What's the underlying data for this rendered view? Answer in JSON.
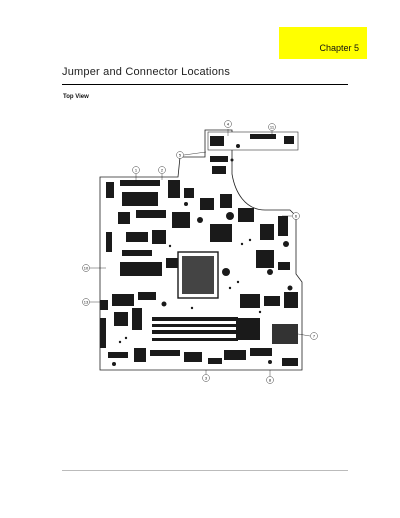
{
  "header": {
    "chapter": "Chapter 5"
  },
  "title": "Jumper and Connector Locations",
  "section": "Top View",
  "callouts": [
    {
      "label": "4"
    },
    {
      "label": "11"
    },
    {
      "label": "5"
    },
    {
      "label": "1"
    },
    {
      "label": "2"
    },
    {
      "label": "6"
    },
    {
      "label": "10"
    },
    {
      "label": "13"
    },
    {
      "label": "7"
    },
    {
      "label": "3"
    },
    {
      "label": "8"
    }
  ],
  "legend": {
    "rows": [
      {
        "left_name": "",
        "left_num": "",
        "right_name": "",
        "right_num": ""
      },
      {
        "left_name": "",
        "left_num": "",
        "right_name": "",
        "right_num": ""
      },
      {
        "left_name": "",
        "left_num": "",
        "right_name": "",
        "right_num": ""
      },
      {
        "left_name": "",
        "left_num": "",
        "right_name": "",
        "right_num": ""
      }
    ]
  },
  "footer": {
    "left": "",
    "right": ""
  },
  "colors": {
    "chapter_box": "#ffff00",
    "board_fill": "#ffffff",
    "board_outline": "#222222",
    "component": "#1a1a1a"
  }
}
